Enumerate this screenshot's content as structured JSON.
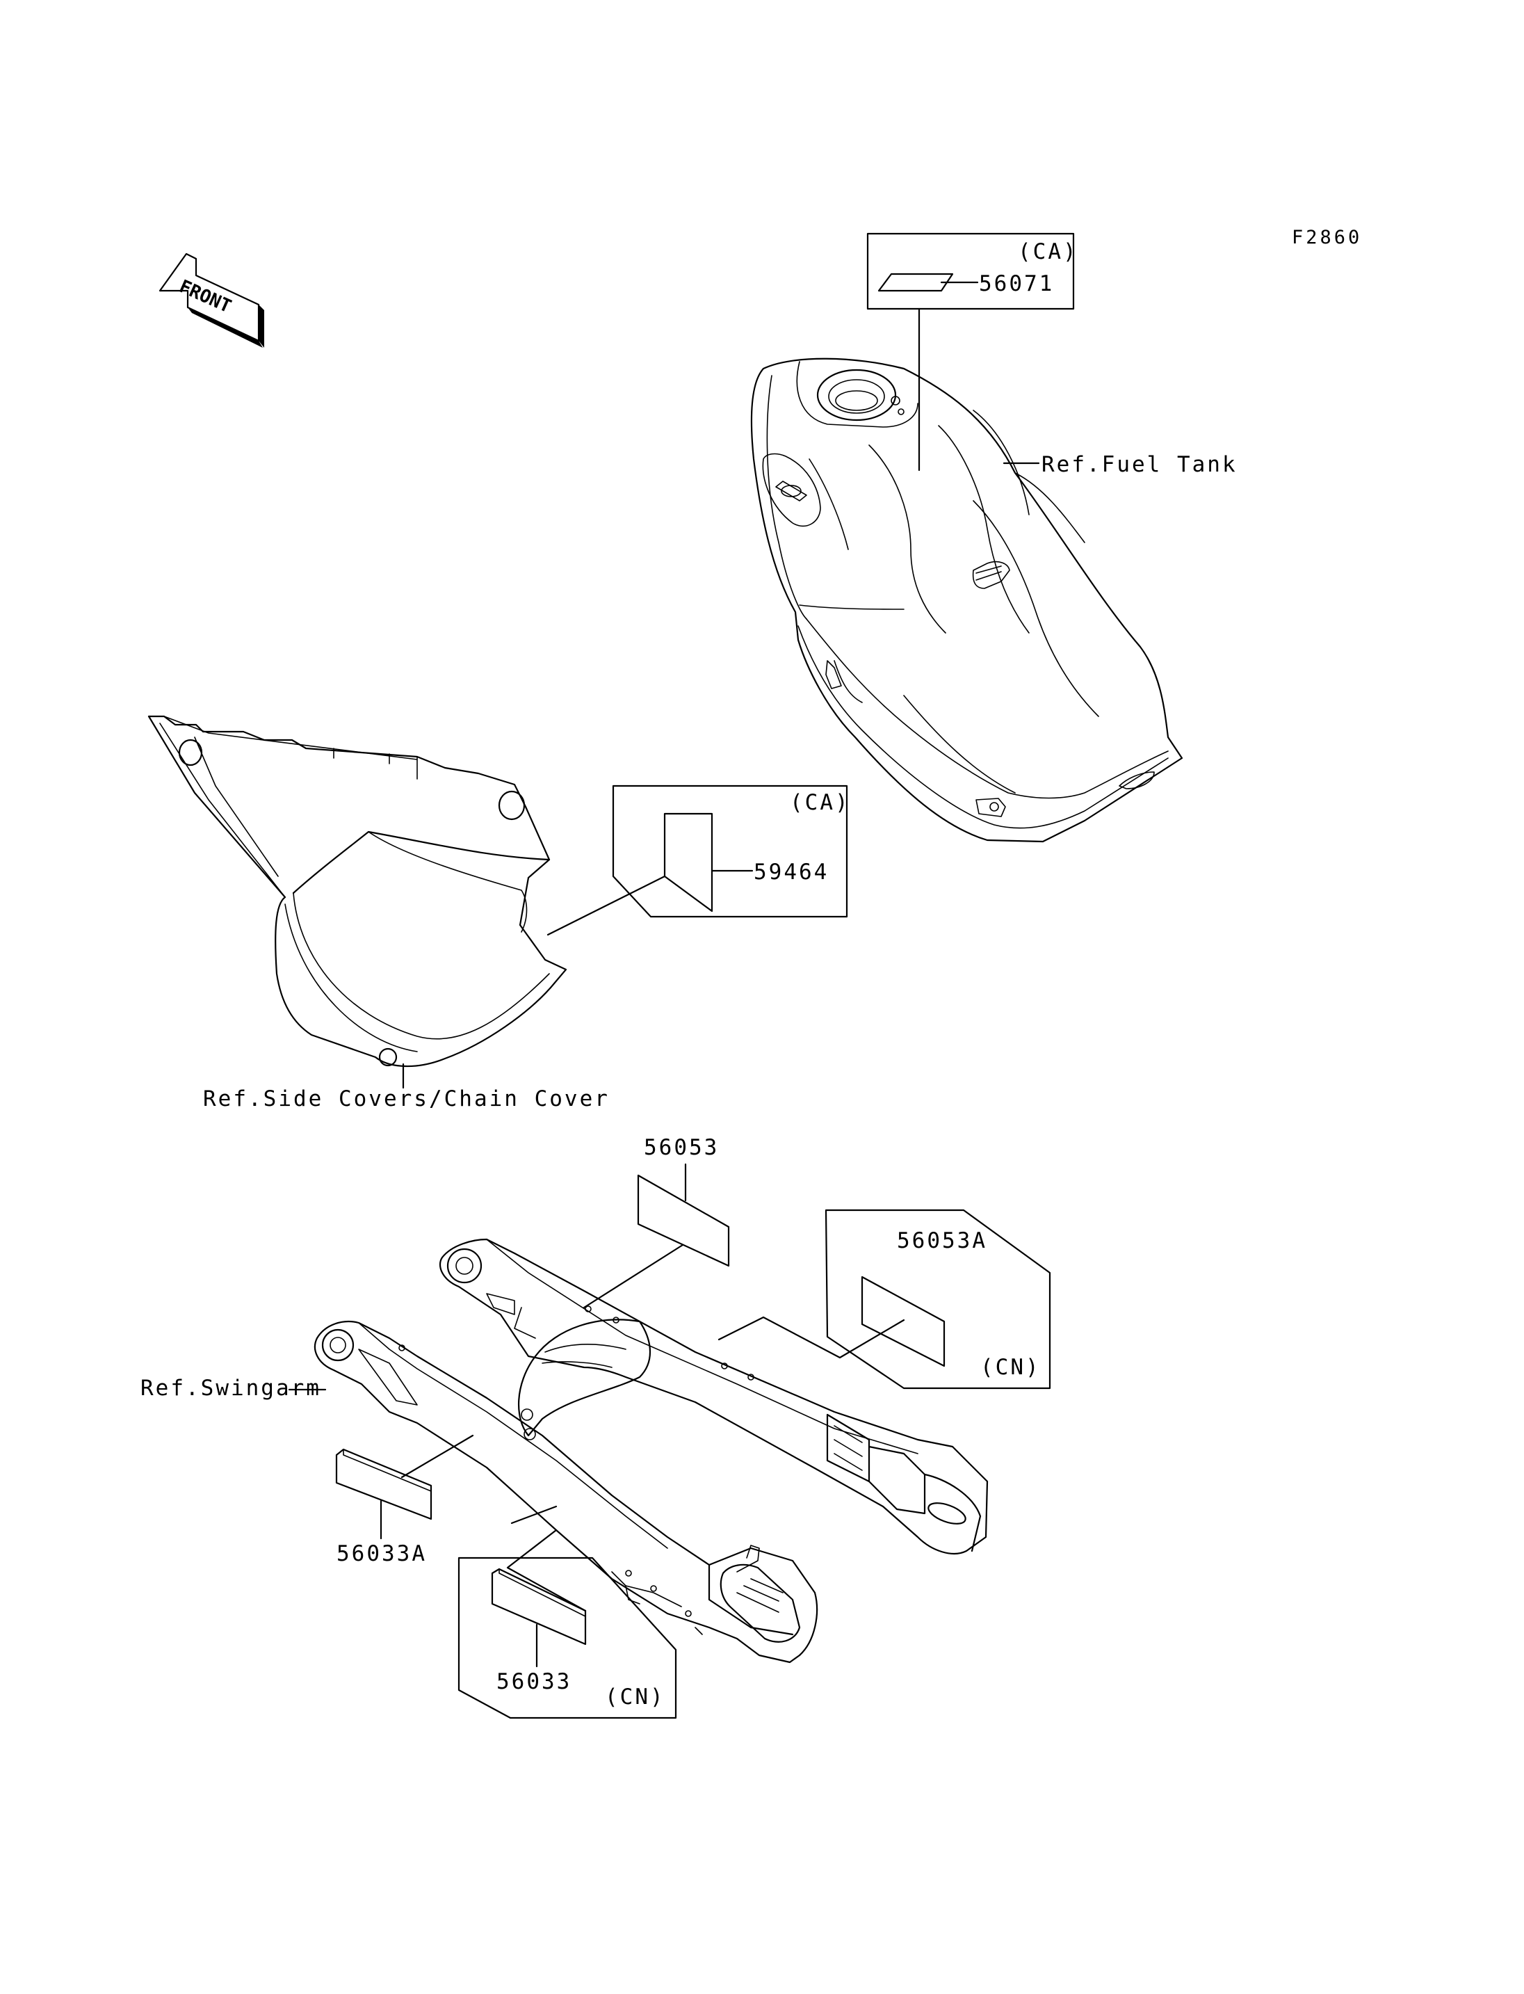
{
  "diagram": {
    "code": "F2860",
    "front_label": "FRONT",
    "callouts": {
      "fuel_tank_ref": "Ref.Fuel Tank",
      "side_covers_ref": "Ref.Side Covers/Chain Cover",
      "swingarm_ref": "Ref.Swingarm"
    },
    "parts": {
      "p56071": "56071",
      "p59464": "59464",
      "p56053": "56053",
      "p56053A": "56053A",
      "p56033A": "56033A",
      "p56033": "56033"
    },
    "region_tags": {
      "ca_tank": "(CA)",
      "ca_side": "(CA)",
      "cn_swingarm_top": "(CN)",
      "cn_swingarm_bottom": "(CN)"
    }
  }
}
